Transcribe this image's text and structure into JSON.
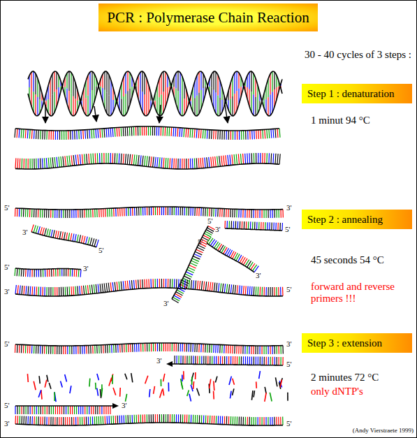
{
  "diagram": {
    "title": "PCR : Polymerase Chain Reaction",
    "nodes": [
      {
        "text": [
          "Step 1 : denaturation"
        ]
      },
      {
        "text": [
          "Step 2 : annealing"
        ]
      },
      {
        "text": [
          "Step 3 : extension"
        ]
      }
    ],
    "labels": [
      "30 - 40 cycles of 3 steps :",
      "1 minut 94 °C",
      "45 seconds 54 °C",
      "forward and reverse primers !!!",
      "2 minutes 72 °C",
      "only dNTP's",
      "(Andy Vierstraete 1999)",
      "5'",
      "3'",
      "3'",
      "5'",
      "3'",
      "5'",
      "3'",
      "5'",
      "5'",
      "3'",
      "5'",
      "3'",
      "3'",
      "5'",
      "5'",
      "3'",
      "3'",
      "5'",
      "5'",
      "3'",
      "3'",
      "5'"
    ]
  }
}
